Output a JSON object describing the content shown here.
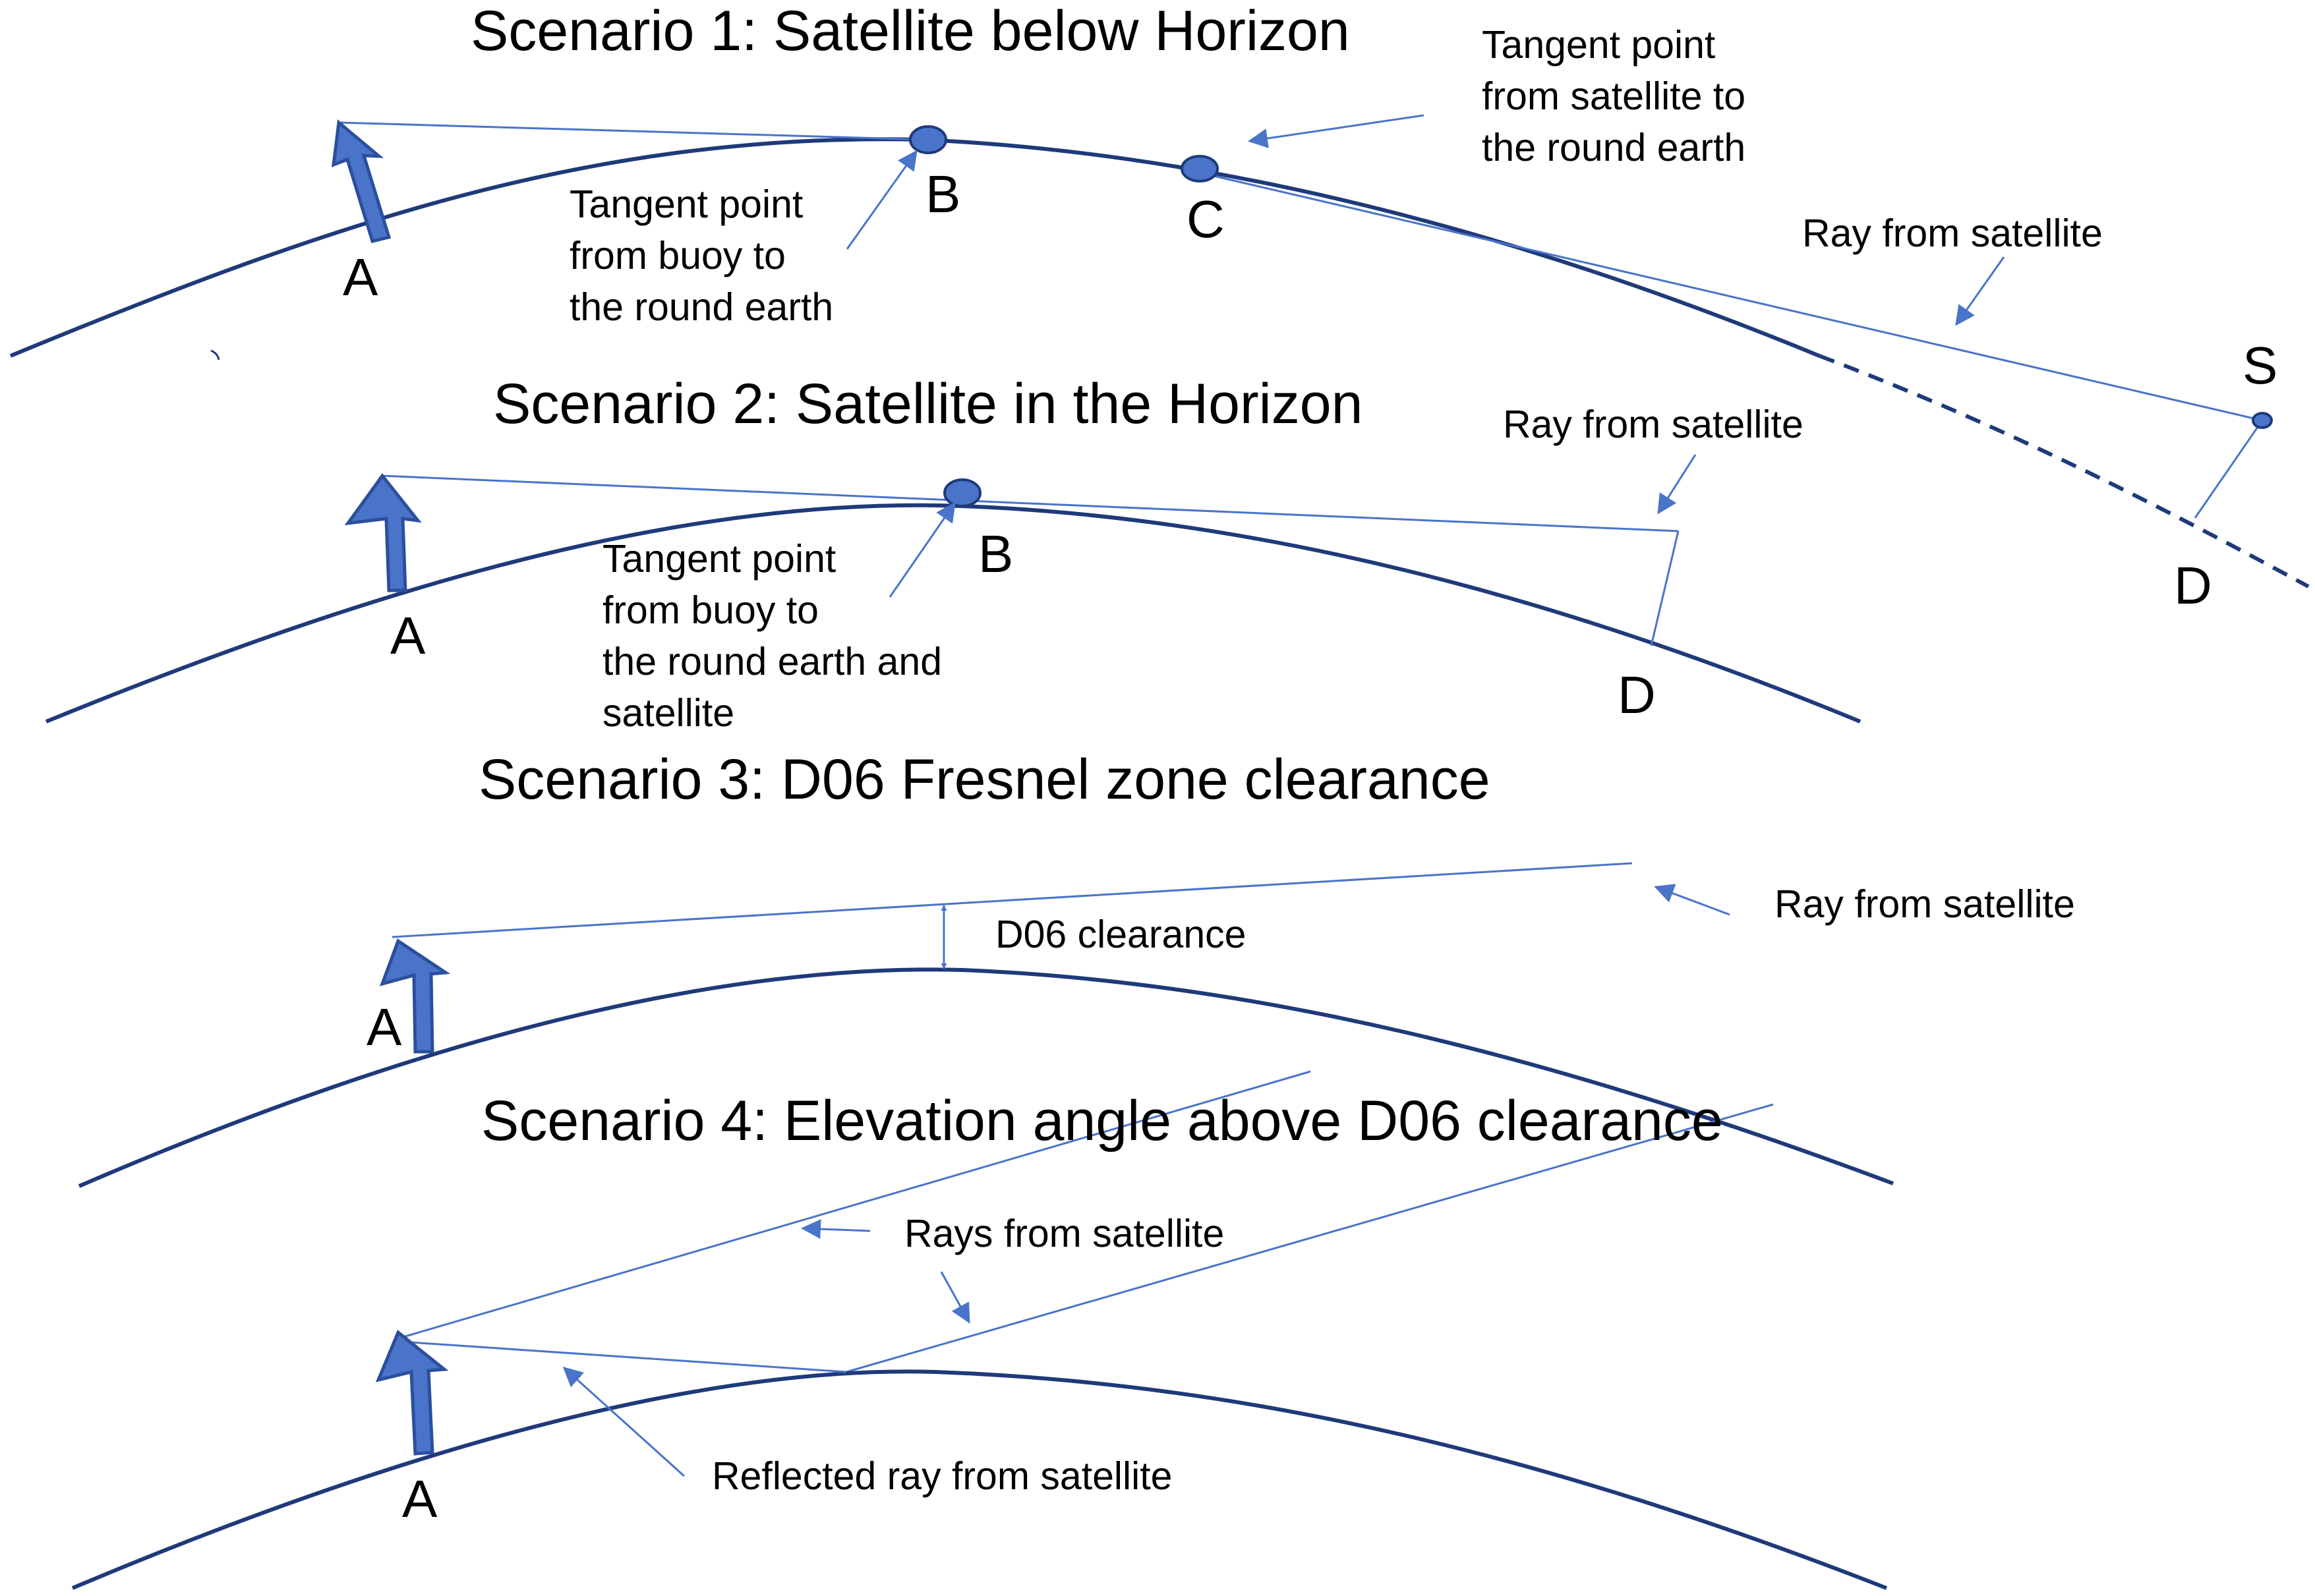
{
  "colors": {
    "earth": "#1f3a7a",
    "ray": "#4a74c9",
    "buoy": "#4a74c9"
  },
  "scenario1": {
    "title": "Scenario 1: Satellite below Horizon",
    "tangent_satellite": [
      "Tangent point",
      "from satellite to",
      "the round earth"
    ],
    "tangent_buoy": [
      "Tangent point",
      "from buoy to",
      "the round earth"
    ],
    "ray_label": "Ray from satellite",
    "points": {
      "a": "A",
      "b": "B",
      "c": "C",
      "s": "S",
      "d": "D"
    }
  },
  "scenario2": {
    "title": "Scenario 2: Satellite in the Horizon",
    "tangent_buoy": [
      "Tangent point",
      "from buoy to",
      "the round earth and",
      "satellite"
    ],
    "ray_label": "Ray from satellite",
    "points": {
      "a": "A",
      "b": "B",
      "d": "D"
    }
  },
  "scenario3": {
    "title": "Scenario 3: D06 Fresnel zone clearance",
    "clearance_label": "D06 clearance",
    "ray_label": "Ray from satellite",
    "points": {
      "a": "A"
    }
  },
  "scenario4": {
    "title": "Scenario 4: Elevation angle above D06 clearance",
    "rays_label": "Rays from satellite",
    "reflected_label": "Reflected ray from satellite",
    "points": {
      "a": "A"
    }
  }
}
